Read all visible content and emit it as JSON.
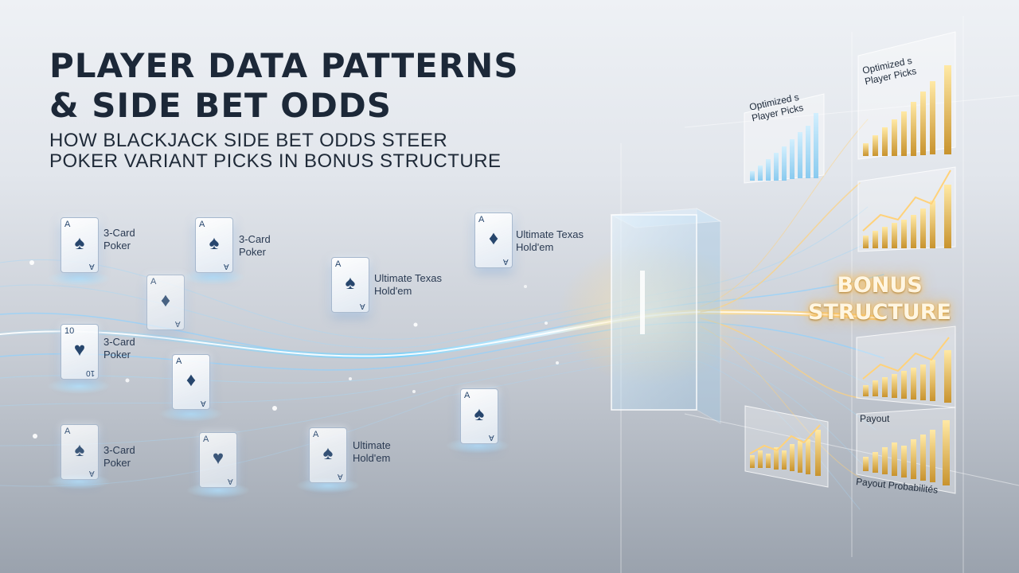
{
  "headline": {
    "line1": "PLAYER DATA PATTERNS",
    "line2": "& SIDE BET ODDS"
  },
  "subheadline": {
    "line1": "HOW BLACKJACK SIDE BET ODDS STEER",
    "line2": "POKER VARIANT PICKS IN BONUS STRUCTURE"
  },
  "cards": [
    {
      "rank": "A",
      "suit": "♠",
      "label1": "3-Card",
      "label2": "Poker"
    },
    {
      "rank": "A",
      "suit": "♠",
      "label1": "3-Card",
      "label2": "Poker"
    },
    {
      "rank": "A",
      "suit": "♦",
      "label1": "",
      "label2": ""
    },
    {
      "rank": "A",
      "suit": "♠",
      "label1": "Ultimate Texas",
      "label2": "Hold'em"
    },
    {
      "rank": "A",
      "suit": "♦",
      "label1": "Ultimate Texas",
      "label2": "Hold'em"
    },
    {
      "rank": "10",
      "suit": "♥",
      "label1": "3-Card",
      "label2": "Poker"
    },
    {
      "rank": "A",
      "suit": "♦",
      "label1": "",
      "label2": ""
    },
    {
      "rank": "A",
      "suit": "♠",
      "label1": "",
      "label2": ""
    },
    {
      "rank": "A",
      "suit": "♠",
      "label1": "3-Card",
      "label2": "Poker"
    },
    {
      "rank": "A",
      "suit": "♥",
      "label1": "",
      "label2": ""
    },
    {
      "rank": "A",
      "suit": "♠",
      "label1": "Ultimate",
      "label2": "Hold'em"
    }
  ],
  "panels": {
    "p1": {
      "line1": "Optimized s",
      "line2": "Player Picks"
    },
    "p2": {
      "line1": "Optimized s",
      "line2": "Player Picks"
    },
    "p5": {
      "line1": "Payout"
    },
    "p6": {
      "line1": "Payout Probabilités"
    }
  },
  "bonus": {
    "line1": "BONUS",
    "line2": "STRUCTURE"
  },
  "colors": {
    "headline": "#1c2838",
    "flow_blue": "#6fd2ff",
    "flow_gold": "#ffc862",
    "bars": "#e6b95a"
  }
}
